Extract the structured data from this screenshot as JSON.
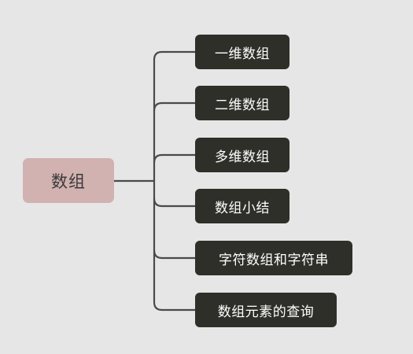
{
  "mindmap": {
    "root": {
      "label": "数组"
    },
    "children": [
      {
        "label": "一维数组"
      },
      {
        "label": "二维数组"
      },
      {
        "label": "多维数组"
      },
      {
        "label": "数组小结"
      },
      {
        "label": "字符数组和字符串"
      },
      {
        "label": "数组元素的查询"
      }
    ]
  },
  "colors": {
    "background": "#e6e6e6",
    "root_fill": "#d2b1b1",
    "root_text": "#3a3a3a",
    "child_fill": "#2f2f2a",
    "child_text": "#ffffff",
    "connector": "#4a4a4a"
  }
}
